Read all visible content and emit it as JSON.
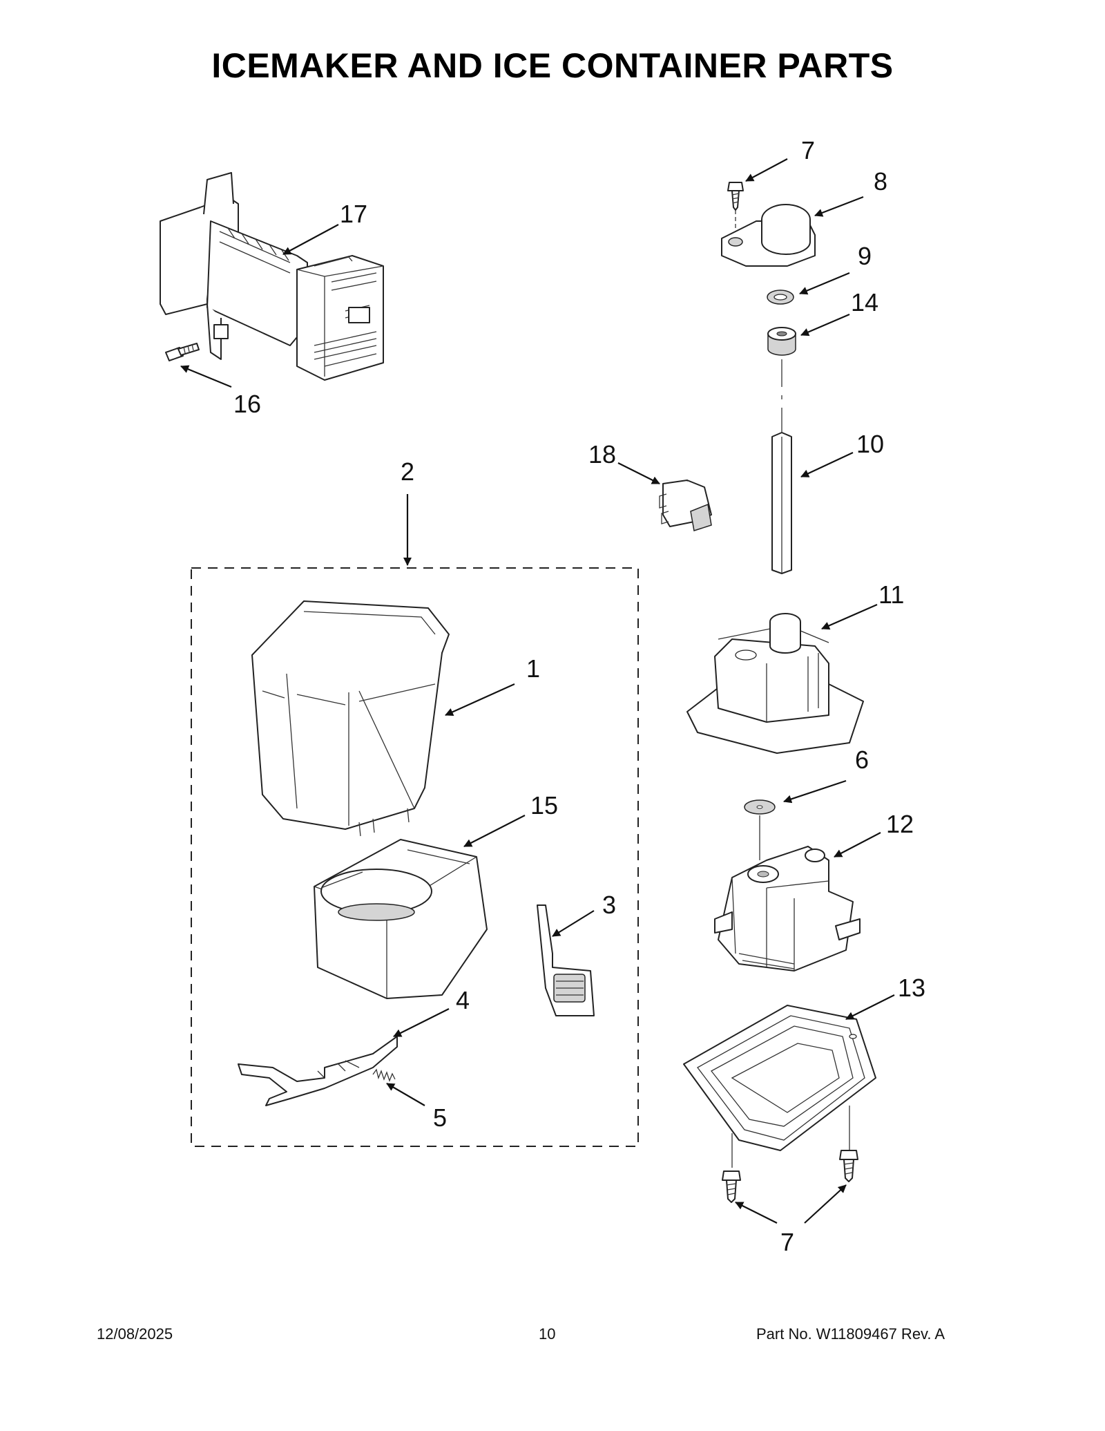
{
  "title": "ICEMAKER AND ICE CONTAINER PARTS",
  "callouts": {
    "c1": "1",
    "c2": "2",
    "c3": "3",
    "c4": "4",
    "c5": "5",
    "c6": "6",
    "c7a": "7",
    "c7b": "7",
    "c8": "8",
    "c9": "9",
    "c10": "10",
    "c11": "11",
    "c12": "12",
    "c13": "13",
    "c14": "14",
    "c15": "15",
    "c16": "16",
    "c17": "17",
    "c18": "18"
  },
  "footer": {
    "date": "12/08/2025",
    "page": "10",
    "part_no": "Part No.  W11809467  Rev.  A"
  }
}
